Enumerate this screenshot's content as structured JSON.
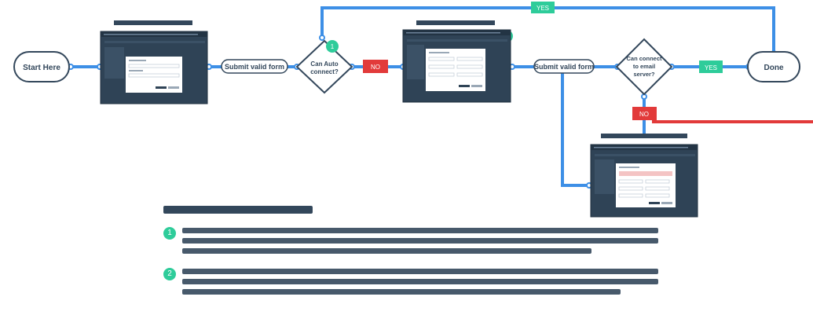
{
  "nodes": {
    "start": "Start Here",
    "done": "Done",
    "submit1": "Submit valid form",
    "submit2": "Submit valid form",
    "decision1": [
      "Can Auto",
      "connect?"
    ],
    "decision2": [
      "Can connect",
      "to email",
      "server?"
    ]
  },
  "labels": {
    "yes_top": "YES",
    "yes_right": "YES",
    "no_mid": "NO",
    "no_down": "NO"
  },
  "badges": {
    "one": "1",
    "two": "2"
  },
  "legend": {
    "items": [
      {
        "badge": "1"
      },
      {
        "badge": "2"
      }
    ]
  },
  "colors": {
    "flow": "#3d8fe6",
    "no": "#e23a3a",
    "yes": "#2ecc9a",
    "screen": "#2f4356",
    "node_border": "#33475b"
  }
}
